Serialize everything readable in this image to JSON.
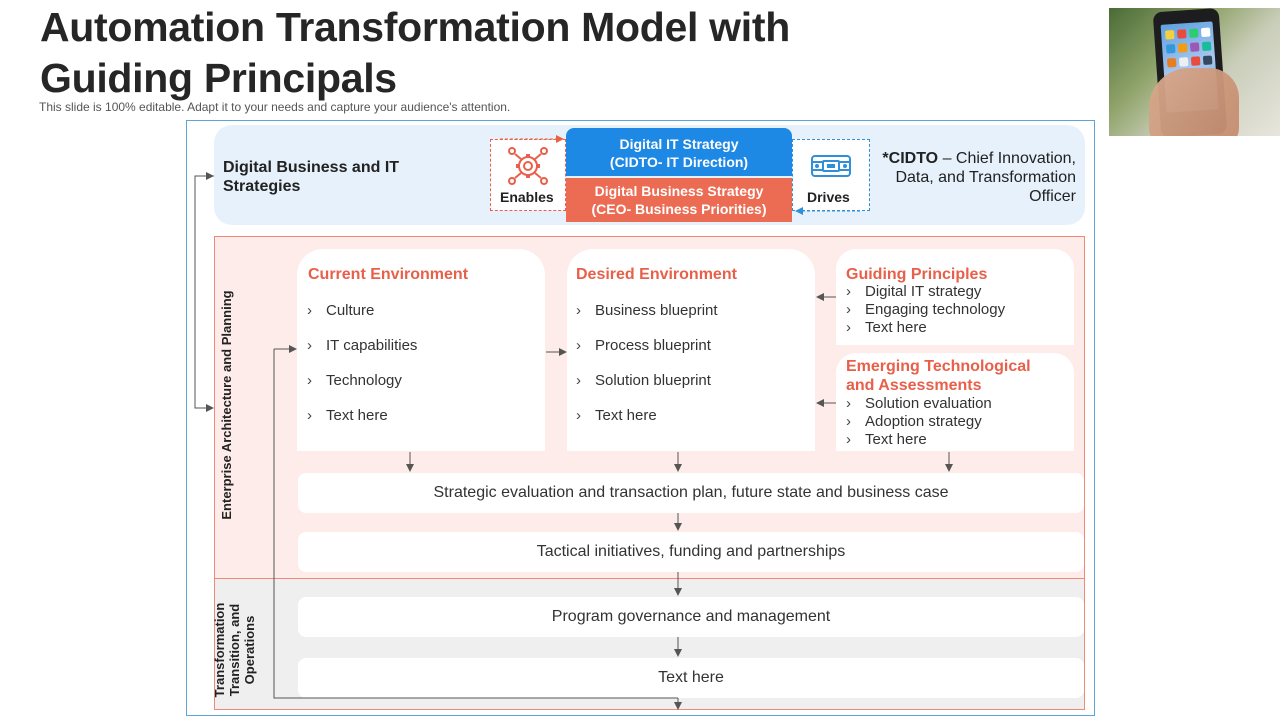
{
  "header": {
    "title": "Automation Transformation Model with Guiding Principals",
    "subtitle": "This slide is 100% editable. Adapt it to your needs and capture your audience's attention."
  },
  "top": {
    "label": "Digital Business and IT Strategies",
    "enables": "Enables",
    "drives": "Drives",
    "digital_it_strategy": [
      "Digital IT Strategy",
      "(CIDTO- IT Direction)"
    ],
    "digital_business_strategy": [
      "Digital Business Strategy",
      "(CEO- Business Priorities)"
    ],
    "cidto_abbr": "*CIDTO",
    "cidto_rest": " – Chief Innovation, Data, and Transformation Officer"
  },
  "side_labels": {
    "ea": "Enterprise Architecture and Planning",
    "tt": "Transformation Transition, and Operations"
  },
  "current": {
    "title": "Current Environment",
    "items": [
      "Culture",
      "IT capabilities",
      "Technology",
      "Text here"
    ]
  },
  "desired": {
    "title": "Desired Environment",
    "items": [
      "Business blueprint",
      "Process blueprint",
      "Solution blueprint",
      "Text here"
    ]
  },
  "guiding": {
    "title": "Guiding Principles",
    "items": [
      "Digital IT strategy",
      "Engaging technology",
      "Text here"
    ]
  },
  "emerging": {
    "title": "Emerging Technological and Assessments",
    "items": [
      "Solution evaluation",
      "Adoption strategy",
      "Text here"
    ]
  },
  "bars": {
    "strategic": "Strategic evaluation and transaction plan, future state and business case",
    "tactical": "Tactical initiatives, funding and partnerships",
    "program": "Program governance and management",
    "last": "Text here"
  },
  "colors": {
    "blue": "#1e88e5",
    "red": "#ec6c53",
    "accent_text": "#e8604a",
    "light_blue_band": "#e6f1fb",
    "light_red_band": "#fdecea"
  },
  "icons": {
    "enables": "gear-network-icon",
    "drives": "circuit-chip-icon",
    "photo": "hand-holding-smartphone"
  }
}
